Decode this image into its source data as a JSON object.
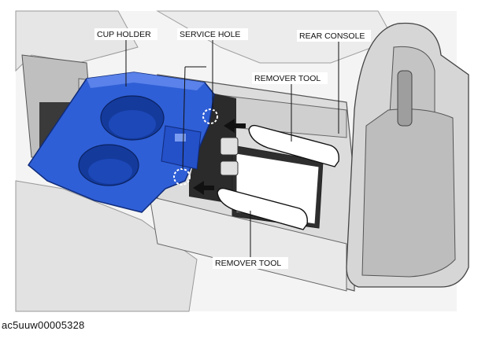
{
  "labels": {
    "cup_holder": "CUP HOLDER",
    "service_hole": "SERVICE HOLE",
    "rear_console": "REAR CONSOLE",
    "remover_tool_top": "REMOVER TOOL",
    "remover_tool_bottom": "REMOVER TOOL"
  },
  "figure_code": "ac5uuw00005328",
  "colors": {
    "cup_holder_blue": "#2f5fd6",
    "cup_holder_blue_dark": "#143a9c",
    "console_grey": "#d9d9d9",
    "console_dark": "#8a8a8a"
  }
}
